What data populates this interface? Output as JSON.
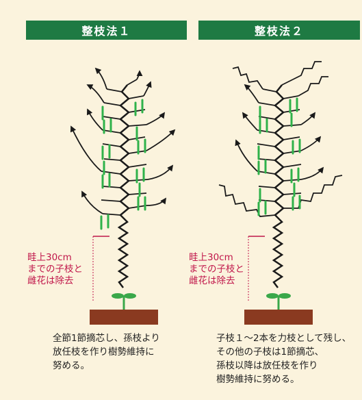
{
  "method1": {
    "title": "整枝法１",
    "note": "畦上30cm\nまでの子枝と\n雌花は除去",
    "caption": "全節1節摘芯し、孫枝より\n放任枝を作り樹勢維持に\n努める。"
  },
  "method2": {
    "title": "整枝法２",
    "note": "畦上30cm\nまでの子枝と\n雌花は除去",
    "caption": "子枝１～2本を力枝として残し、\nその他の子枝は1節摘芯、\n孫枝以降は放任枝を作り\n樹勢維持に努める。"
  },
  "colors": {
    "header_bg": "#1e7a43",
    "background": "#fbf3dd",
    "stem": "#1a1a1a",
    "fruit": "#2fb24a",
    "note": "#c0164a",
    "soil": "#8a3a20",
    "sprout": "#3aa84a"
  }
}
